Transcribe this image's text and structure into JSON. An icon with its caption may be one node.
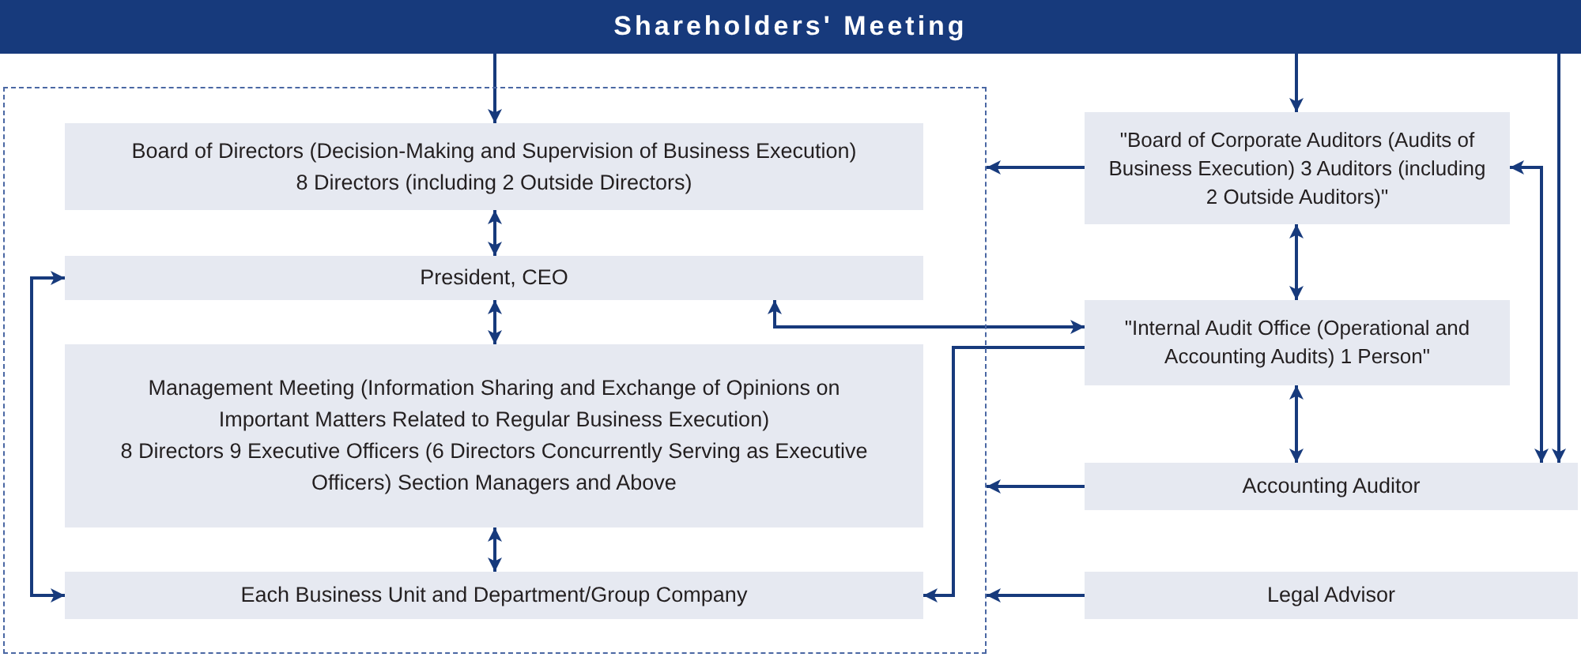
{
  "diagram": {
    "nodes": [
      {
        "text": [
          "Shareholders' Meeting"
        ]
      },
      {
        "text": [],
        "shape": "box"
      },
      {
        "text": [
          "Board of Directors (Decision-Making and Supervision of Business Execution)",
          "8 Directors (including 2 Outside Directors)"
        ],
        "in": 1
      },
      {
        "text": [
          "President, CEO"
        ],
        "in": 1
      },
      {
        "text": [
          "Management Meeting (Information Sharing and Exchange of Opinions on Important Matters Related to Regular Business Execution)",
          "8 Directors 9 Executive Officers (6 Directors Concurrently Serving as Executive Officers) Section Managers and Above"
        ],
        "in": 1
      },
      {
        "text": [
          "Each Business Unit and Department/Group Company"
        ],
        "in": 1
      },
      {
        "text": [
          "\"Board of Corporate Auditors (Audits of Business Execution) 3 Auditors (including 2 Outside Auditors)\""
        ]
      },
      {
        "text": [
          "\"Internal Audit Office (Operational and Accounting Audits) 1 Person\""
        ]
      },
      {
        "text": [
          "Accounting Auditor"
        ]
      },
      {
        "text": [
          "Legal Advisor"
        ]
      }
    ],
    "edges": [
      {
        "from": 0,
        "to": 2,
        "arrow": "to"
      },
      {
        "from": 0,
        "to": 6,
        "arrow": "to"
      },
      {
        "from": 0,
        "to": 8,
        "arrow": "to"
      },
      {
        "from": 2,
        "to": 3,
        "arrow": "both"
      },
      {
        "from": 3,
        "to": 4,
        "arrow": "both"
      },
      {
        "from": 4,
        "to": 5,
        "arrow": "both"
      },
      {
        "from": 3,
        "to": 5,
        "arrow": "both"
      },
      {
        "from": 3,
        "to": 7,
        "arrow": "both"
      },
      {
        "from": 7,
        "to": 5,
        "arrow": "to"
      },
      {
        "from": 6,
        "to": 1,
        "arrow": "to"
      },
      {
        "from": 6,
        "to": 7,
        "arrow": "both"
      },
      {
        "from": 6,
        "to": 8,
        "arrow": "both"
      },
      {
        "from": 7,
        "to": 8,
        "arrow": "both"
      },
      {
        "from": 8,
        "to": 1,
        "arrow": "to"
      },
      {
        "from": 9,
        "to": 1,
        "arrow": "to"
      }
    ]
  }
}
